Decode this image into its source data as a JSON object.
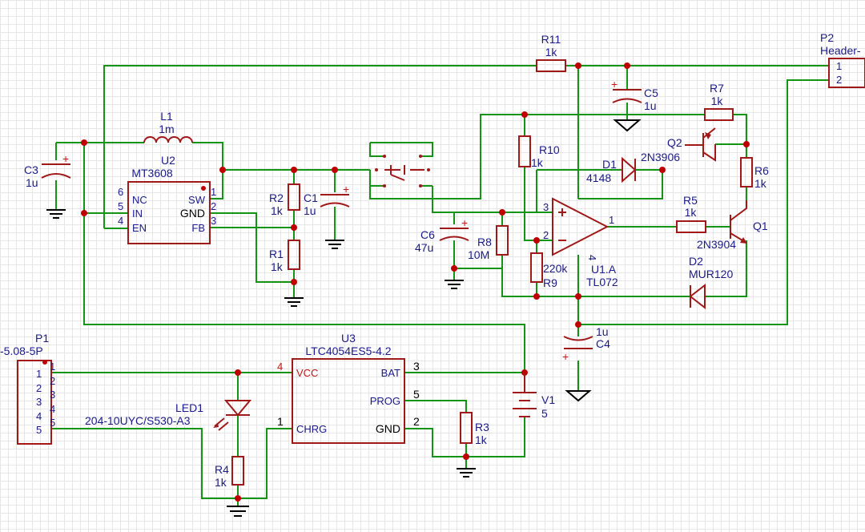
{
  "components": {
    "R11": {
      "ref": "R11",
      "val": "1k"
    },
    "P2": {
      "ref": "P2",
      "val": "Header-",
      "pins": [
        "1",
        "2"
      ]
    },
    "L1": {
      "ref": "L1",
      "val": "1m"
    },
    "U2": {
      "ref": "U2",
      "val": "MT3608",
      "pins": {
        "nc": "NC",
        "in": "IN",
        "en": "EN",
        "sw": "SW",
        "gnd": "GND",
        "fb": "FB"
      },
      "pin_nums": {
        "nc": "6",
        "in": "5",
        "en": "4",
        "sw": "1",
        "gnd": "2",
        "fb": "3"
      }
    },
    "C3": {
      "ref": "C3",
      "val": "1u"
    },
    "C5": {
      "ref": "C5",
      "val": "1u"
    },
    "R7": {
      "ref": "R7",
      "val": "1k"
    },
    "Q2": {
      "ref": "Q2",
      "val": "2N3906"
    },
    "R10": {
      "ref": "R10",
      "val": "1k"
    },
    "D1": {
      "ref": "D1",
      "val": "4148"
    },
    "R6": {
      "ref": "R6",
      "val": "1k"
    },
    "R2": {
      "ref": "R2",
      "val": "1k"
    },
    "C1": {
      "ref": "C1",
      "val": "1u"
    },
    "R1": {
      "ref": "R1",
      "val": "1k"
    },
    "C6": {
      "ref": "C6",
      "val": "47u"
    },
    "R8": {
      "ref": "R8",
      "val": "10M"
    },
    "U1": {
      "ref": "U1.A",
      "val": "TL072",
      "pins": {
        "plus": "3",
        "minus": "2",
        "out": "1",
        "pwr": "4"
      }
    },
    "R5": {
      "ref": "R5",
      "val": "1k"
    },
    "Q1": {
      "ref": "Q1",
      "val": "2N3904"
    },
    "R9": {
      "ref": "R9",
      "val": "220k"
    },
    "D2": {
      "ref": "D2",
      "val": "MUR120"
    },
    "C4": {
      "ref": "C4",
      "val": "1u"
    },
    "P1": {
      "ref": "P1",
      "val": "-5.08-5P",
      "pins": [
        "1",
        "2",
        "3",
        "4",
        "5"
      ]
    },
    "U3": {
      "ref": "U3",
      "val": "LTC4054ES5-4.2",
      "pins": {
        "vcc": "VCC",
        "chrg": "CHRG",
        "bat": "BAT",
        "prog": "PROG",
        "gnd": "GND"
      },
      "pin_nums": {
        "vcc": "4",
        "chrg": "1",
        "bat": "3",
        "prog": "5",
        "gnd": "2"
      }
    },
    "LED1": {
      "ref": "LED1",
      "val": "204-10UYC/S530-A3"
    },
    "R4": {
      "ref": "R4",
      "val": "1k"
    },
    "R3": {
      "ref": "R3",
      "val": "1k"
    },
    "V1": {
      "ref": "V1",
      "val": "5"
    }
  },
  "colors": {
    "wire": "#149414",
    "body": "#a01818",
    "junction": "#c00000",
    "label": "#1a1a8c",
    "pin_red": "#cc1111",
    "grid": "#e6e6e6"
  }
}
